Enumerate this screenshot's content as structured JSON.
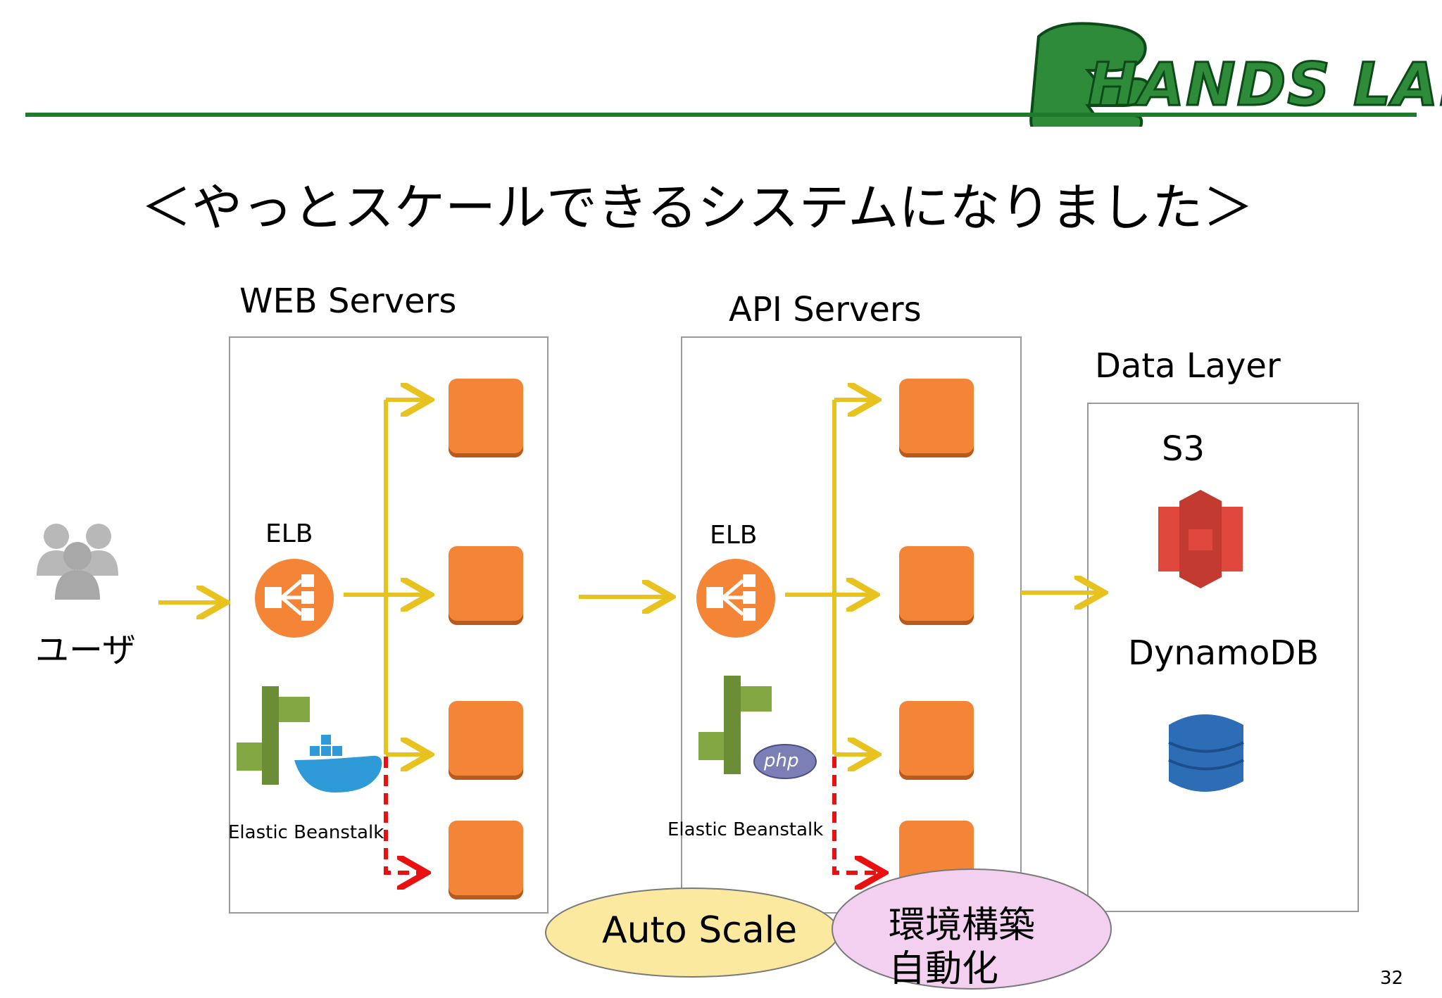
{
  "header": {
    "logo_text": "HANDS LAB",
    "accent_color": "#1f7a2e"
  },
  "slide": {
    "title": "＜やっとスケールできるシステムになりました＞",
    "page_number": "32"
  },
  "user": {
    "label": "ユーザ",
    "icon": "users-icon"
  },
  "web_servers": {
    "title": "WEB Servers",
    "elb_label": "ELB",
    "platform_label": "Elastic Beanstalk",
    "icons": [
      "elb-icon",
      "elastic-beanstalk-icon",
      "docker-icon"
    ]
  },
  "api_servers": {
    "title": "API Servers",
    "elb_label": "ELB",
    "platform_label": "Elastic Beanstalk",
    "php_label": "php",
    "icons": [
      "elb-icon",
      "elastic-beanstalk-icon",
      "php-icon"
    ]
  },
  "data_layer": {
    "title": "Data Layer",
    "s3_label": "S3",
    "dynamodb_label": "DynamoDB",
    "icons": [
      "s3-icon",
      "dynamodb-icon"
    ]
  },
  "callouts": {
    "auto_scale": "Auto Scale",
    "env_line1": "環境構築",
    "env_line2": "自動化"
  },
  "colors": {
    "arrow": "#e8c21e",
    "scale_arrow": "#e81010",
    "instance": "#f58536",
    "elb": "#f58536",
    "beanstalk": "#6a8d35",
    "docker": "#2f9ad8",
    "php": "#7b7fb5",
    "s3": "#e0483d",
    "dynamodb": "#2d6db5",
    "auto_scale_fill": "#fbe9a0",
    "env_fill": "#f3cff0"
  }
}
